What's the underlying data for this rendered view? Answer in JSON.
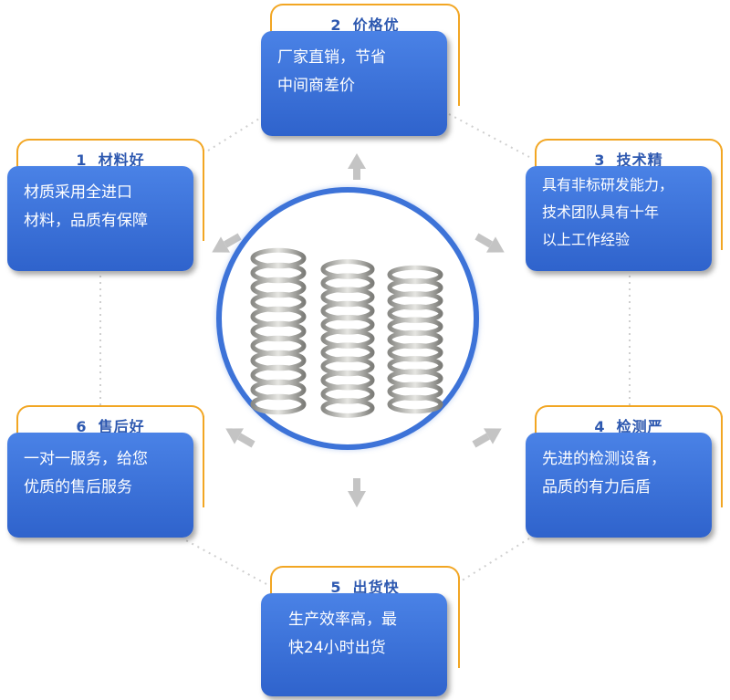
{
  "features": [
    {
      "id": "f1",
      "number": "1",
      "title": "材料好",
      "lines": [
        "材质采用全进口",
        "材料，品质有保障"
      ]
    },
    {
      "id": "f2",
      "number": "2",
      "title": "价格优",
      "lines": [
        "厂家直销，节省",
        "中间商差价"
      ]
    },
    {
      "id": "f3",
      "number": "3",
      "title": "技术精",
      "lines": [
        "具有非标研发能力，",
        "技术团队具有十年",
        "以上工作经验"
      ]
    },
    {
      "id": "f4",
      "number": "4",
      "title": "检测严",
      "lines": [
        "先进的检测设备，",
        "品质的有力后盾"
      ]
    },
    {
      "id": "f5",
      "number": "5",
      "title": "出货快",
      "lines": [
        "生产效率高，最",
        "快24小时出货"
      ]
    },
    {
      "id": "f6",
      "number": "6",
      "title": "售后好",
      "lines": [
        "一对一服务，给您",
        "优质的售后服务"
      ]
    }
  ],
  "colors": {
    "card": "#3d73d8",
    "tab_border": "#f2a623",
    "tab_text": "#2d58b0",
    "connector": "#cccccc",
    "arrow": "#bfbfbf"
  },
  "center": {
    "image": "three-compression-springs"
  }
}
